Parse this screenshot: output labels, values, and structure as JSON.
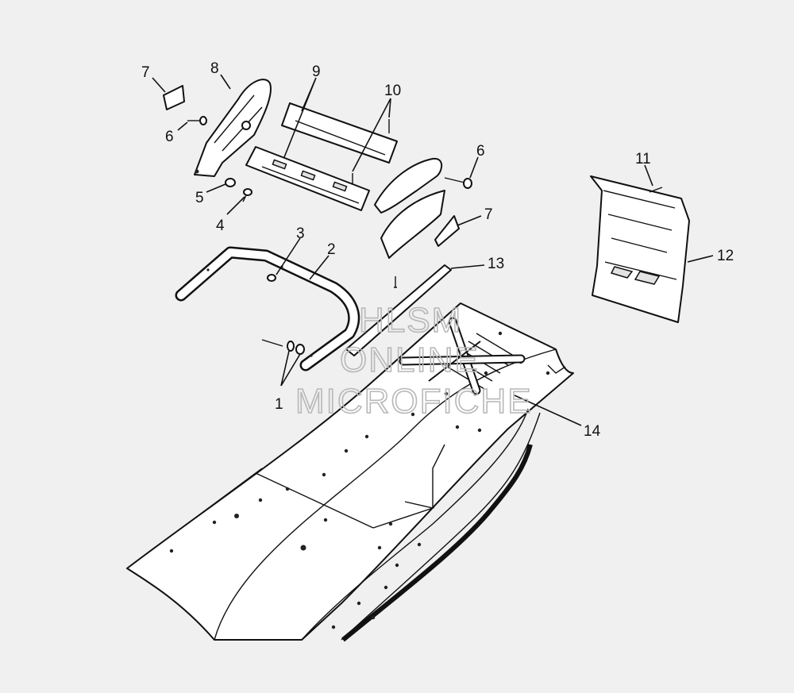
{
  "watermark": {
    "line1": "HLSM",
    "line2": "ONLINE",
    "line3": "MICROFICHE"
  },
  "callouts": [
    {
      "id": "c7a",
      "text": "7"
    },
    {
      "id": "c8",
      "text": "8"
    },
    {
      "id": "c9",
      "text": "9"
    },
    {
      "id": "c10",
      "text": "10"
    },
    {
      "id": "c6a",
      "text": "6"
    },
    {
      "id": "c5",
      "text": "5"
    },
    {
      "id": "c4",
      "text": "4"
    },
    {
      "id": "c6b",
      "text": "6"
    },
    {
      "id": "c7b",
      "text": "7"
    },
    {
      "id": "c11",
      "text": "11"
    },
    {
      "id": "c12",
      "text": "12"
    },
    {
      "id": "c3",
      "text": "3"
    },
    {
      "id": "c2",
      "text": "2"
    },
    {
      "id": "c13",
      "text": "13"
    },
    {
      "id": "c1",
      "text": "1"
    },
    {
      "id": "c14",
      "text": "14"
    }
  ],
  "colors": {
    "background": "#f0f0f0",
    "ink": "#111111",
    "watermark": "#b8b8b8"
  }
}
